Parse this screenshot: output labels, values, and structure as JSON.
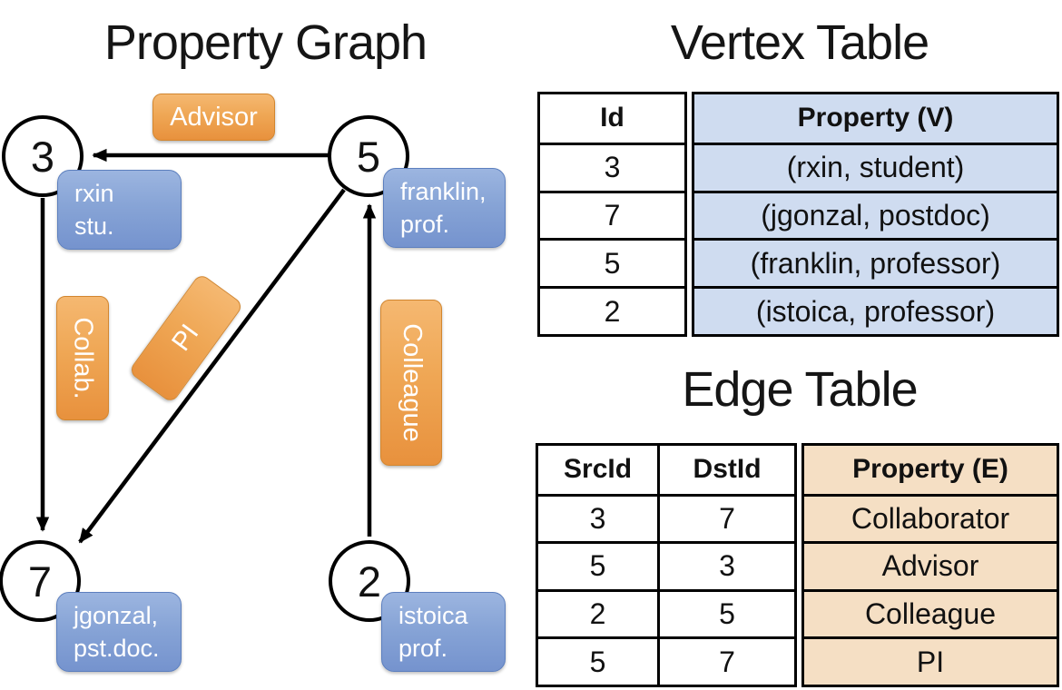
{
  "colors": {
    "orange_label_top": "#f5b871",
    "orange_label_bottom": "#e8913d",
    "orange_label_border": "#d2862f",
    "blue_box_top": "#9cb5e0",
    "blue_box_bottom": "#7593ce",
    "blue_box_border": "#5c7fbe",
    "vertex_property_column_bg": "#cfdcf0",
    "edge_property_column_bg": "#f5dfc4",
    "line_color": "#000000",
    "text_on_labels": "#ffffff"
  },
  "property_graph": {
    "title": "Property Graph",
    "nodes": [
      {
        "id": "3",
        "property_line1": "rxin",
        "property_line2": "stu."
      },
      {
        "id": "5",
        "property_line1": "franklin,",
        "property_line2": "prof."
      },
      {
        "id": "7",
        "property_line1": "jgonzal,",
        "property_line2": "pst.doc."
      },
      {
        "id": "2",
        "property_line1": "istoica",
        "property_line2": "prof."
      }
    ],
    "edge_labels": [
      {
        "label": "Advisor"
      },
      {
        "label": "Collab."
      },
      {
        "label": "PI"
      },
      {
        "label": "Colleague"
      }
    ]
  },
  "vertex_table": {
    "title": "Vertex Table",
    "id_header": "Id",
    "property_header": "Property (V)",
    "rows": [
      {
        "id": "3",
        "property": "(rxin, student)"
      },
      {
        "id": "7",
        "property": "(jgonzal, postdoc)"
      },
      {
        "id": "5",
        "property": "(franklin, professor)"
      },
      {
        "id": "2",
        "property": "(istoica, professor)"
      }
    ]
  },
  "edge_table": {
    "title": "Edge Table",
    "src_header": "SrcId",
    "dst_header": "DstId",
    "property_header": "Property (E)",
    "rows": [
      {
        "src": "3",
        "dst": "7",
        "property": "Collaborator"
      },
      {
        "src": "5",
        "dst": "3",
        "property": "Advisor"
      },
      {
        "src": "2",
        "dst": "5",
        "property": "Colleague"
      },
      {
        "src": "5",
        "dst": "7",
        "property": "PI"
      }
    ]
  }
}
